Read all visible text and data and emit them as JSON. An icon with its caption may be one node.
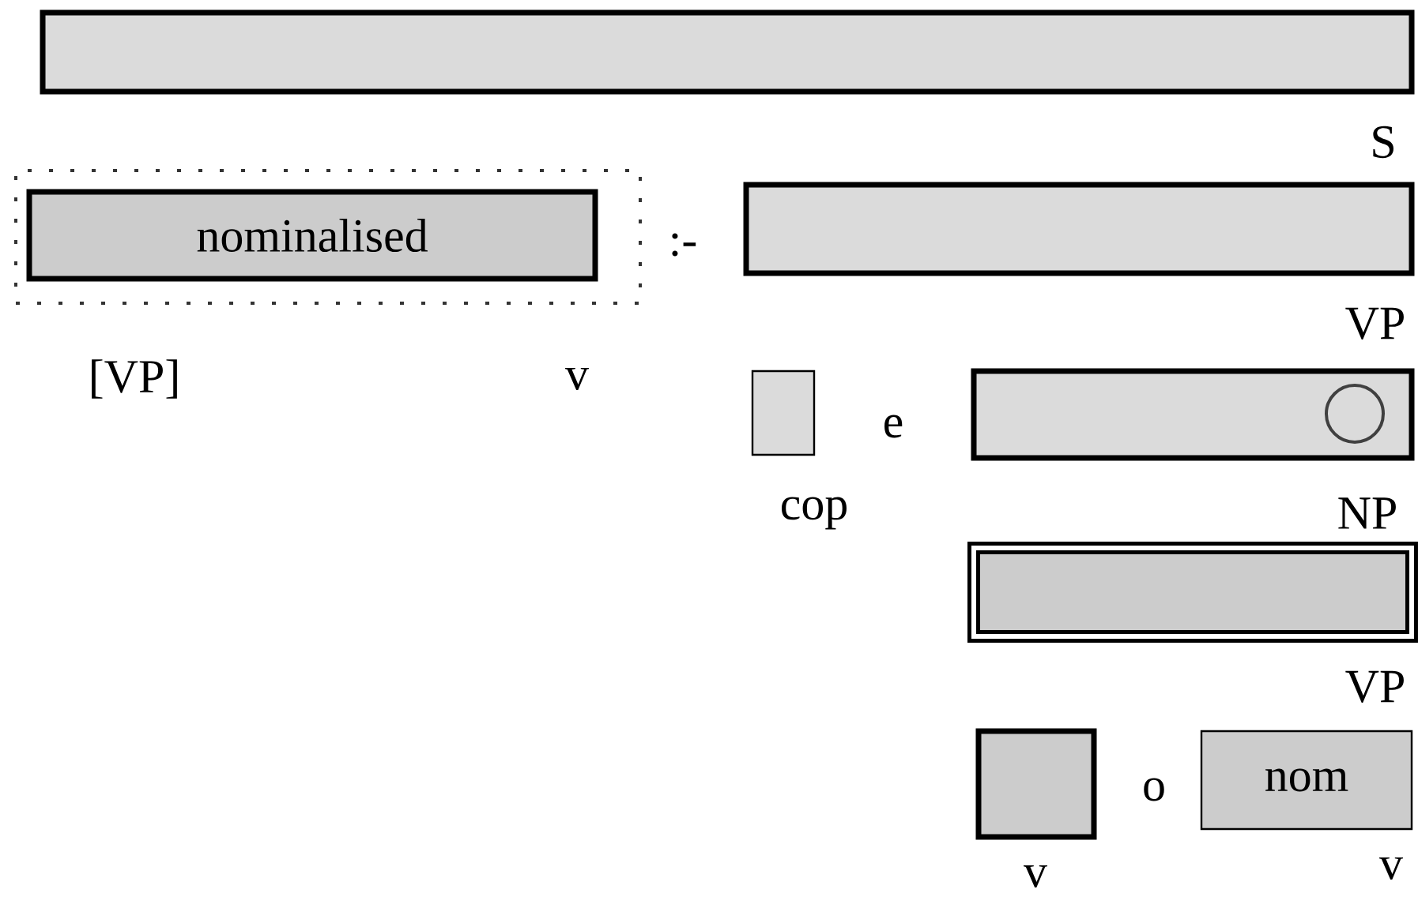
{
  "diagram": {
    "nodes": [
      {
        "text": [],
        "shape": "bar",
        "beside": [
          "S"
        ]
      },
      {
        "text": [],
        "shape": "box",
        "beside": [
          "[VP]",
          "v"
        ]
      },
      {
        "text": [
          "nominalised"
        ],
        "in": 1
      },
      {
        "text": [],
        "shape": "bar",
        "beside": [
          "VP"
        ]
      },
      {
        "text": [],
        "shape": "box",
        "beside": [
          "cop"
        ]
      },
      {
        "text": [],
        "shape": "bar",
        "beside": [
          "NP"
        ]
      },
      {
        "text": [],
        "shape": "circle",
        "in": 5
      },
      {
        "text": [],
        "shape": "bar",
        "beside": [
          "VP"
        ]
      },
      {
        "text": [],
        "shape": "box",
        "beside": [
          "v"
        ]
      },
      {
        "text": [
          "nom"
        ],
        "beside": [
          "v"
        ]
      }
    ],
    "labels": [
      ":-",
      "e",
      "o"
    ]
  }
}
